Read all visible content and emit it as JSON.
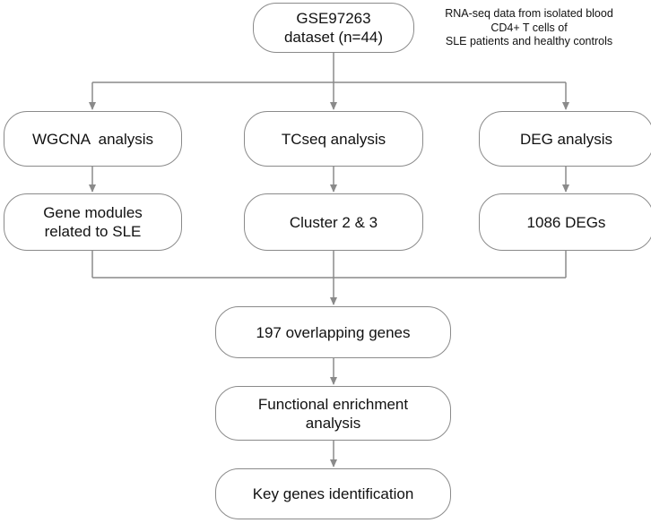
{
  "nodes": {
    "dataset": {
      "line1": "GSE97263",
      "line2": "dataset (n=44)"
    },
    "wgcna": {
      "line1": "WGCNA  analysis"
    },
    "tcseq": {
      "line1": "TCseq analysis"
    },
    "deg": {
      "line1": "DEG analysis"
    },
    "gene_modules": {
      "line1": "Gene modules",
      "line2": "related to SLE"
    },
    "clusters": {
      "line1": "Cluster 2 & 3"
    },
    "degs": {
      "line1": "1086 DEGs"
    },
    "overlap": {
      "line1": "197 overlapping genes"
    },
    "enrichment": {
      "line1": "Functional enrichment",
      "line2": "analysis"
    },
    "key_genes": {
      "line1": "Key genes identification"
    }
  },
  "note": {
    "line1": "RNA-seq data from isolated blood",
    "line2": "CD4+ T cells of",
    "line3": "SLE patients and healthy controls"
  },
  "colors": {
    "line": "#8a8a8a",
    "box_border": "#8a8a8a",
    "text": "#111111"
  }
}
